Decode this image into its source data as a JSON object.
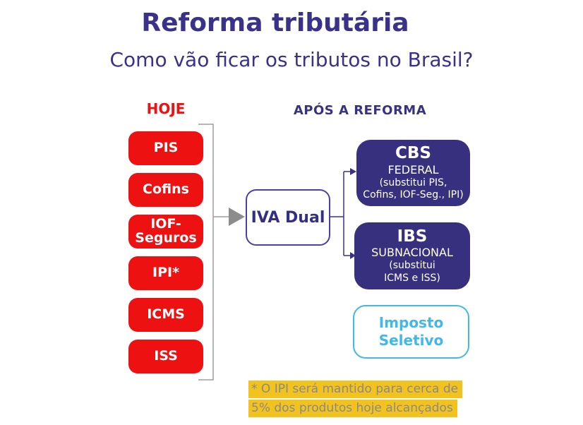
{
  "colors": {
    "title_navy": "#3A3189",
    "red": "#EE1111",
    "navy_box": "#37307E",
    "iva_border": "#4A41A8",
    "cyan": "#41B8E6",
    "highlight_yellow": "#F2C31E",
    "footnote_gray": "#8A8A8A",
    "bracket_gray": "#9E9E9E",
    "arrow_gray": "#8C8C8C"
  },
  "header": {
    "title": "Reforma tributária",
    "subtitle": "Como vão ficar os tributos no Brasil?"
  },
  "today": {
    "label": "HOJE",
    "taxes": [
      "PIS",
      "Cofins",
      "IOF-Seguros",
      "IPI*",
      "ICMS",
      "ISS"
    ]
  },
  "center": {
    "iva_label": "IVA Dual"
  },
  "after": {
    "label": "APÓS A REFORMA",
    "cbs": {
      "title": "CBS",
      "level": "FEDERAL",
      "note_line1": "(substitui PIS,",
      "note_line2": "Cofins, IOF-Seg., IPI)"
    },
    "ibs": {
      "title": "IBS",
      "level": "SUBNACIONAL",
      "note_line1": "(substitui",
      "note_line2": "ICMS e ISS)"
    },
    "selective": {
      "line1": "Imposto",
      "line2": "Seletivo"
    }
  },
  "footnote": {
    "line1": "* O IPI será mantido para cerca de",
    "line2": "5% dos produtos hoje alcançados"
  }
}
